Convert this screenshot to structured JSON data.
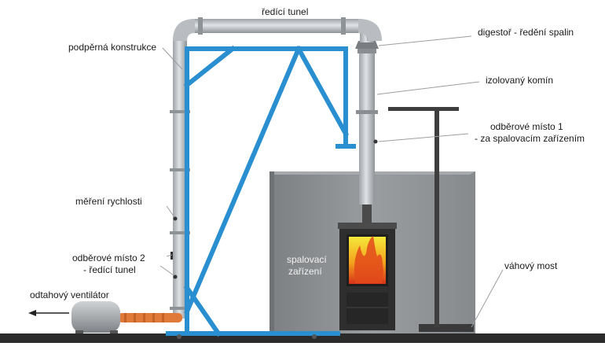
{
  "labels": {
    "dilution_tunnel_top": "ředící tunel",
    "support_structure": "podpěrná konstrukce",
    "flue_hood": "digestoř - ředění spalin",
    "insulated_chimney": "izolovaný komín",
    "sampling_point_1_line1": "odběrové místo 1",
    "sampling_point_1_line2": "- za spalovacím zařízením",
    "velocity_measurement": "měření rychlosti",
    "sampling_point_2_line1": "odběrové místo 2",
    "sampling_point_2_line2": "- ředící tunel",
    "combustion_device_line1": "spalovací",
    "combustion_device_line2": "zařízení",
    "weighing_bridge": "váhový most",
    "exhaust_fan": "odtahový ventilátor"
  },
  "colors": {
    "frame": "#2a8fd0",
    "tunnel": "#c4c8cc",
    "enclosure": "#8b8e90",
    "stove": "#3a3a3a",
    "flame": "#e24a1a",
    "hose": "#e07a3a",
    "floor": "#2b2b2b"
  }
}
